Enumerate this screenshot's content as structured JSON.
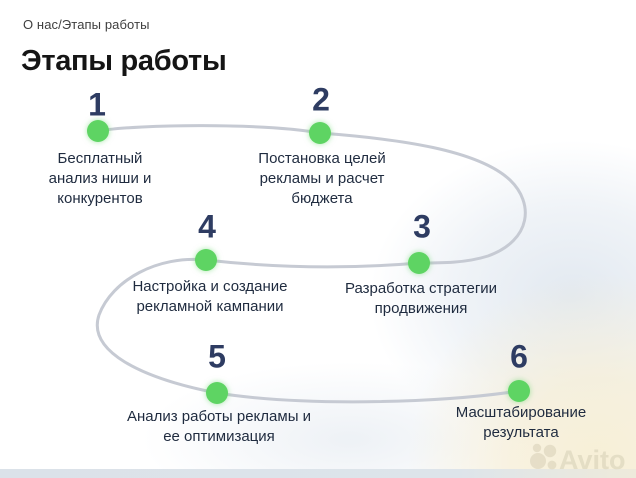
{
  "page": {
    "breadcrumb": "О нас/Этапы работы",
    "title": "Этапы работы"
  },
  "steps": [
    {
      "number": "1",
      "label": "Бесплатный анализ ниши и конкурентов"
    },
    {
      "number": "2",
      "label": "Постановка целей рекламы и расчет бюджета"
    },
    {
      "number": "3",
      "label": "Разработка стратегии продвижения"
    },
    {
      "number": "4",
      "label": "Настройка и создание рекламной кампании"
    },
    {
      "number": "5",
      "label": "Анализ работы рекламы и ее оптимизация"
    },
    {
      "number": "6",
      "label": "Масштабирование результата"
    }
  ],
  "watermark": {
    "brand": "Avito"
  },
  "colors": {
    "step_number": "#2e3c62",
    "label_text": "#1f2b3f",
    "dot_green": "#5ed463",
    "path_gray": "#c6cad3",
    "accent_blue": "#dde5ee",
    "accent_cream": "#f6eed6",
    "strip_gray": "#dbe2e9"
  }
}
